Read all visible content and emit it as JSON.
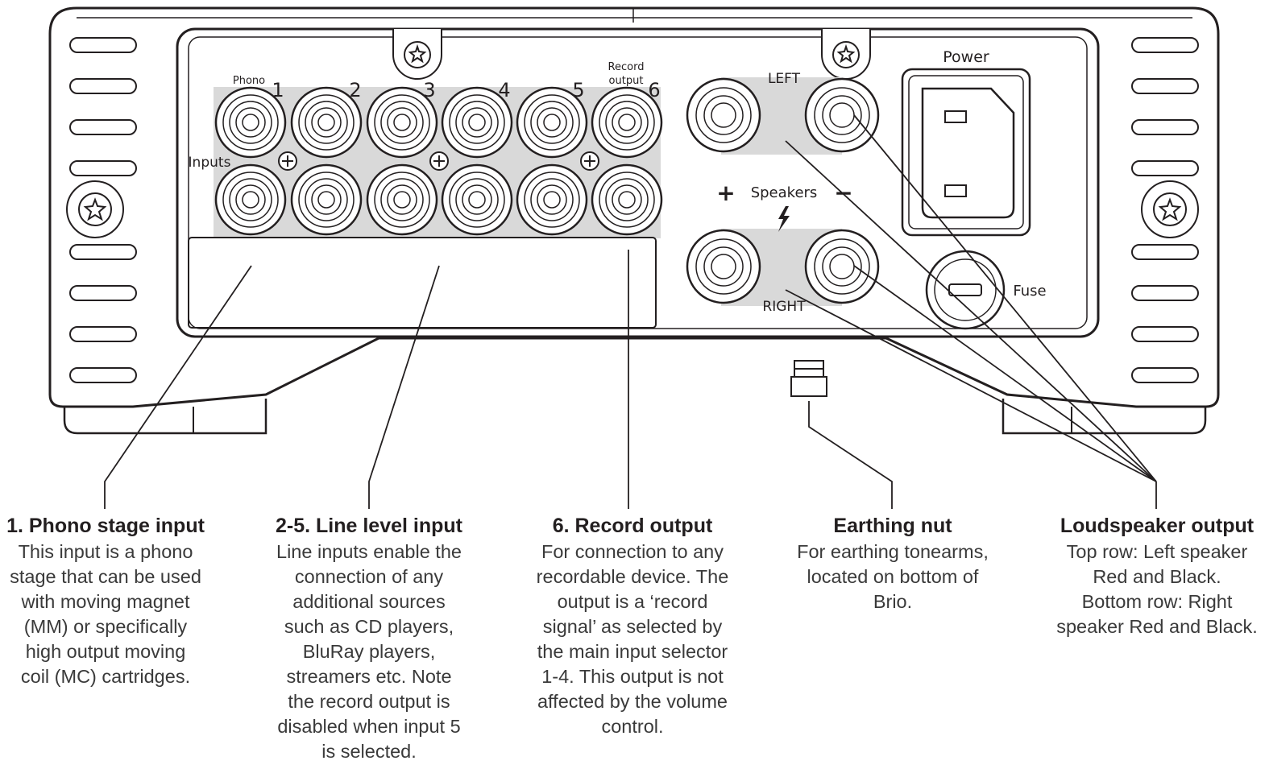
{
  "panel": {
    "phono_label": "Phono",
    "record_output_label_line1": "Record",
    "record_output_label_line2": "output",
    "inputs_label": "Inputs",
    "input_numbers": [
      "1",
      "2",
      "3",
      "4",
      "5",
      "6"
    ],
    "left_label": "LEFT",
    "right_label": "RIGHT",
    "speakers_label": "Speakers",
    "plus_symbol": "+",
    "minus_symbol": "−",
    "power_label": "Power",
    "fuse_label": "Fuse"
  },
  "callouts": [
    {
      "title": "1. Phono stage input",
      "lines": [
        "This input is a phono",
        "stage that can be used",
        "with moving magnet",
        "(MM) or specifically",
        "high output moving",
        "coil (MC) cartridges."
      ]
    },
    {
      "title": "2-5. Line level input",
      "lines": [
        "Line inputs enable the",
        "connection of any",
        "additional sources",
        "such as CD players,",
        "BluRay players,",
        "streamers etc. Note",
        "the record output is",
        "disabled when input 5",
        "is selected."
      ]
    },
    {
      "title": "6. Record output",
      "lines": [
        "For connection to any",
        "recordable device. The",
        "output is a ‘record",
        "signal’ as selected by",
        "the main input selector",
        "1-4. This output is not",
        "affected by the volume",
        "control."
      ]
    },
    {
      "title": "Earthing nut",
      "lines": [
        "For earthing tonearms,",
        "located on bottom of",
        "Brio."
      ]
    },
    {
      "title": "Loudspeaker output",
      "lines": [
        "Top row: Left speaker",
        "Red and Black.",
        "Bottom row: Right",
        "speaker Red and Black."
      ]
    }
  ]
}
